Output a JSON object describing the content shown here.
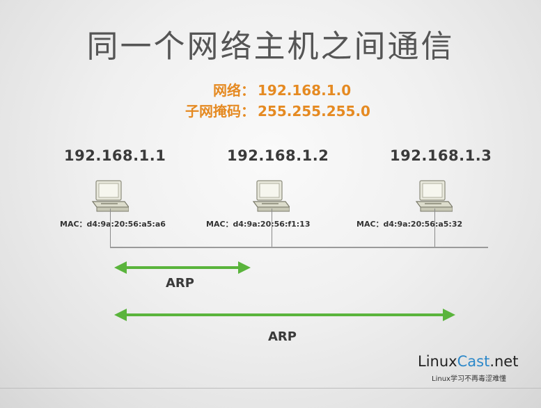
{
  "slide": {
    "title": "同一个网络主机之间通信",
    "network_label": "网络：",
    "network_value": "192.168.1.0",
    "mask_label": "子网掩码：",
    "mask_value": "255.255.255.0"
  },
  "hosts": [
    {
      "ip": "192.168.1.1",
      "mac": "MAC：d4:9a:20:56:a5:a6",
      "icon": "computer-icon"
    },
    {
      "ip": "192.168.1.2",
      "mac": "MAC：d4:9a:20:56:f1:13",
      "icon": "computer-icon"
    },
    {
      "ip": "192.168.1.3",
      "mac": "MAC：d4:9a:20:56:a5:32",
      "icon": "computer-icon"
    }
  ],
  "arrows": [
    {
      "label": "ARP",
      "color": "#5ab43c"
    },
    {
      "label": "ARP",
      "color": "#5ab43c"
    }
  ],
  "logo": {
    "part1": "Linux",
    "part2": "Cast",
    "part3": ".net",
    "tagline": "Linux学习不再毒涩难懂"
  },
  "colors": {
    "accent_orange": "#e58a22",
    "arrow_green": "#5ab43c",
    "brand_blue": "#2c88c9"
  }
}
